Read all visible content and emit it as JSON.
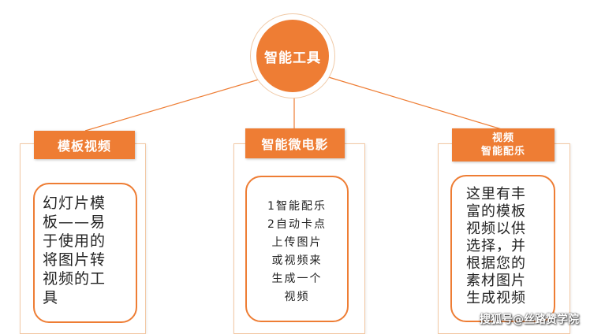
{
  "root": {
    "title": "智能工具"
  },
  "branches": [
    {
      "label": "模板视频",
      "text": "幻灯片模\n板——易\n于使用的\n将图片转\n视频的工\n具"
    },
    {
      "label": "智能微电影",
      "text": "1智能配乐\n2自动卡点\n上传图片\n或视频来\n生成一个\n视频"
    },
    {
      "label_lines": [
        "视频",
        "智能配乐"
      ],
      "text": "这里有丰\n富的模板\n视频以供\n选择，并\n根据您的\n素材图片\n生成视频"
    }
  ],
  "watermark": "搜狐号@丝路赞学院",
  "colors": {
    "accent": "#ee7d34",
    "frame": "#f2c8a4"
  }
}
